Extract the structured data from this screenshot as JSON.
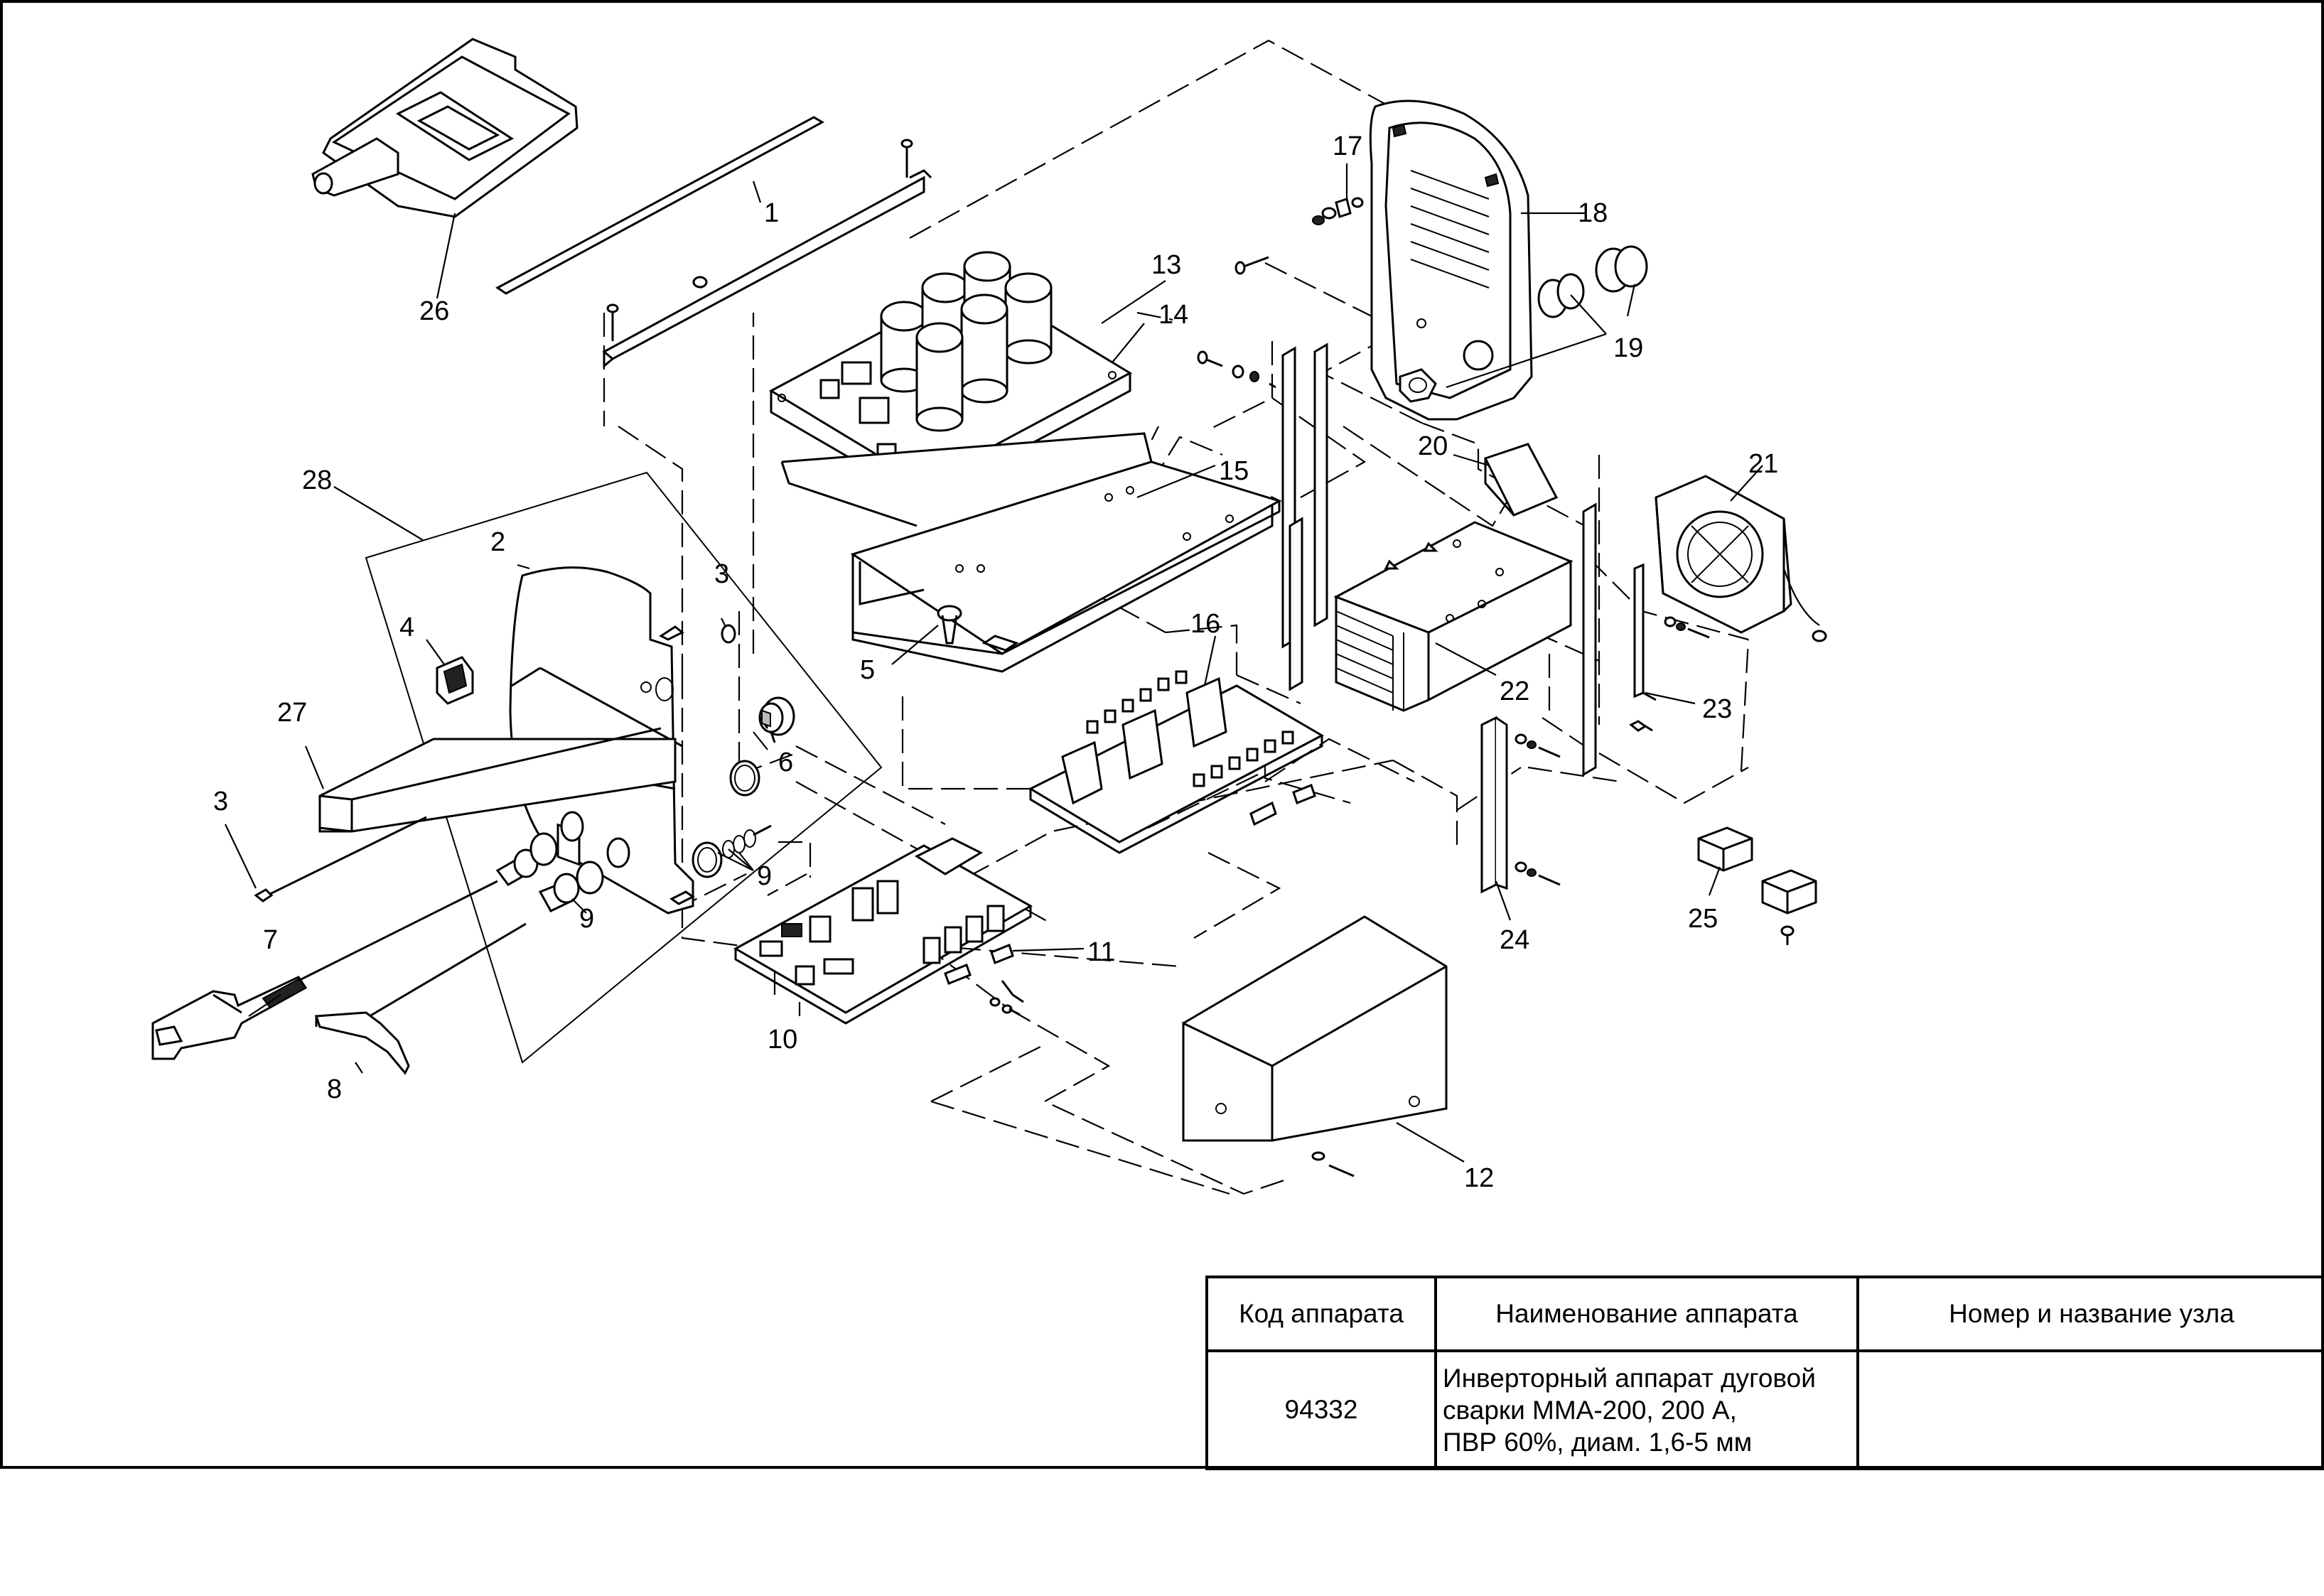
{
  "callouts": [
    {
      "id": "1",
      "label": "1"
    },
    {
      "id": "2",
      "label": "2"
    },
    {
      "id": "3a",
      "label": "3"
    },
    {
      "id": "3b",
      "label": "3"
    },
    {
      "id": "4",
      "label": "4"
    },
    {
      "id": "5",
      "label": "5"
    },
    {
      "id": "6",
      "label": "6"
    },
    {
      "id": "7",
      "label": "7"
    },
    {
      "id": "8",
      "label": "8"
    },
    {
      "id": "9a",
      "label": "9"
    },
    {
      "id": "9b",
      "label": "9"
    },
    {
      "id": "10",
      "label": "10"
    },
    {
      "id": "11",
      "label": "11"
    },
    {
      "id": "12",
      "label": "12"
    },
    {
      "id": "13",
      "label": "13"
    },
    {
      "id": "14",
      "label": "14"
    },
    {
      "id": "15",
      "label": "15"
    },
    {
      "id": "16",
      "label": "16"
    },
    {
      "id": "17",
      "label": "17"
    },
    {
      "id": "18",
      "label": "18"
    },
    {
      "id": "19",
      "label": "19"
    },
    {
      "id": "20",
      "label": "20"
    },
    {
      "id": "21",
      "label": "21"
    },
    {
      "id": "22",
      "label": "22"
    },
    {
      "id": "23",
      "label": "23"
    },
    {
      "id": "24",
      "label": "24"
    },
    {
      "id": "25",
      "label": "25"
    },
    {
      "id": "26",
      "label": "26"
    },
    {
      "id": "27",
      "label": "27"
    },
    {
      "id": "28",
      "label": "28"
    }
  ],
  "title_block": {
    "col_code": "Код аппарата",
    "col_name": "Наименование аппарата",
    "col_unit": "Номер и название узла",
    "code": "94332",
    "name": "Инверторный аппарат дуговой\n сварки ММА-200, 200 А,\nПВР 60%, диам. 1,6-5 мм",
    "unit": ""
  }
}
